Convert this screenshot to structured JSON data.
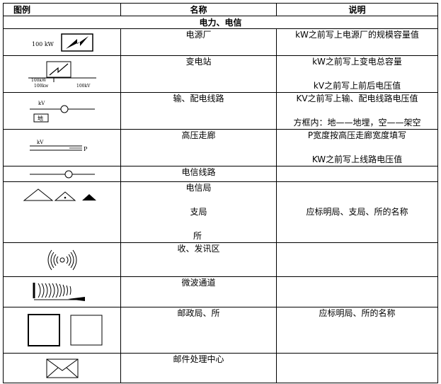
{
  "header": {
    "symbol": "图例",
    "name": "名称",
    "description": "说明"
  },
  "section": {
    "title": "电力、电信"
  },
  "rows": [
    {
      "icon": "power-plant-icon",
      "symbol_text": [
        "100 kW"
      ],
      "name": [
        "电源厂"
      ],
      "description": [
        "kW之前写上电源厂的规模容量值"
      ]
    },
    {
      "icon": "substation-icon",
      "symbol_text": [
        "100kW",
        "100kw",
        "100kV"
      ],
      "name": [
        "变电站"
      ],
      "description": [
        "kW之前写上变电总容量",
        "kV之前写上前后电压值"
      ]
    },
    {
      "icon": "power-line-icon",
      "symbol_text": [
        "kV",
        "地"
      ],
      "name": [
        "输、配电线路"
      ],
      "description": [
        "KV之前写上输、配电线路电压值",
        "方框内：地——地埋，空——架空"
      ]
    },
    {
      "icon": "high-voltage-corridor-icon",
      "symbol_text": [
        "kV",
        "P"
      ],
      "name": [
        "高压走廊"
      ],
      "description": [
        "P宽度按高压走廊宽度填写",
        "KW之前写上线路电压值"
      ]
    },
    {
      "icon": "telecom-line-icon",
      "symbol_text": [],
      "name": [
        "电信线路"
      ],
      "description": []
    },
    {
      "icon": "telecom-office-icon",
      "symbol_text": [],
      "name": [
        "电信局",
        "支局",
        "所"
      ],
      "description": [
        "应标明局、支局、所的名称"
      ]
    },
    {
      "icon": "transceiver-area-icon",
      "symbol_text": [],
      "name": [
        "收、发讯区"
      ],
      "description": []
    },
    {
      "icon": "microwave-channel-icon",
      "symbol_text": [],
      "name": [
        "微波通道"
      ],
      "description": []
    },
    {
      "icon": "post-office-icon",
      "symbol_text": [],
      "name": [
        "邮政局、所"
      ],
      "description": [
        "应标明局、所的名称"
      ]
    },
    {
      "icon": "mail-center-icon",
      "symbol_text": [],
      "name": [
        "邮件处理中心"
      ],
      "description": []
    }
  ]
}
